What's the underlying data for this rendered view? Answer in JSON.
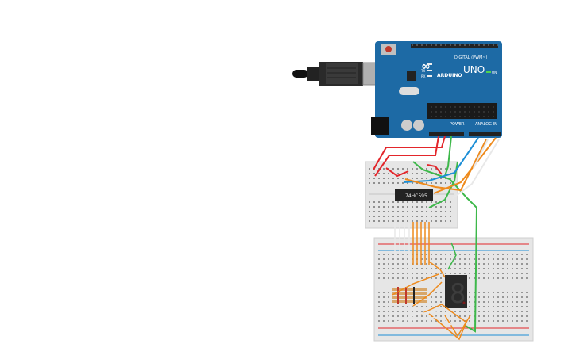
{
  "board": {
    "brand": "ARDUINO",
    "model": "UNO",
    "digital_label": "DIGITAL (PWM~)",
    "power_label": "POWER",
    "analog_label": "ANALOG IN",
    "on_label": "ON",
    "tx_label": "TX",
    "rx_label": "RX",
    "l_label": "L"
  },
  "chip": {
    "label": "74HC595"
  },
  "display": {
    "digit": "8"
  },
  "colors": {
    "board": "#1d6aa5",
    "wire_red": "#e3262b",
    "wire_green": "#3db84a",
    "wire_blue": "#1e8fd6",
    "wire_orange": "#ee8a1c",
    "wire_white": "#e8e8e8",
    "breadboard": "#e6e6e6"
  }
}
